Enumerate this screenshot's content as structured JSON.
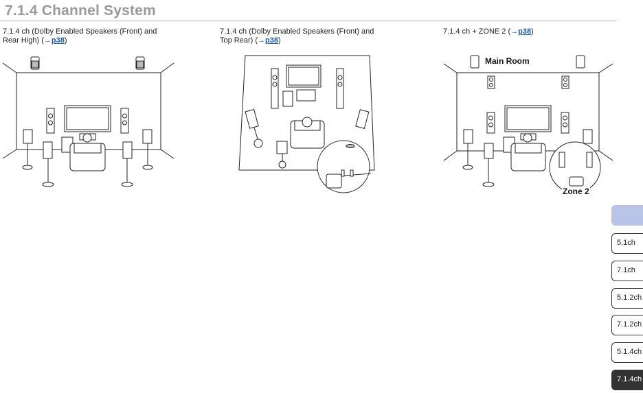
{
  "page": {
    "title": "7.1.4 Channel System"
  },
  "captions": [
    {
      "line1": "7.1.4 ch (Dolby Enabled Speakers (Front) and",
      "line2_prefix": "Rear High) (",
      "arrow": "→",
      "link": "p38",
      "suffix": ")"
    },
    {
      "line1": "7.1.4 ch (Dolby Enabled Speakers (Front) and",
      "line2_prefix": "Top Rear) (",
      "arrow": "→",
      "link": "p38",
      "suffix": ")"
    },
    {
      "line1": "7.1.4 ch + ZONE 2 (",
      "arrow": "→",
      "link": "p38",
      "suffix": ")"
    }
  ],
  "figure3": {
    "main_room_label": "Main Room",
    "zone2_label": "Zone 2"
  },
  "tabs": [
    {
      "label": ""
    },
    {
      "label": "5.1ch"
    },
    {
      "label": "7.1ch"
    },
    {
      "label": "5.1.2ch"
    },
    {
      "label": "7.1.2ch"
    },
    {
      "label": "5.1.4ch"
    },
    {
      "label": "7.1.4ch",
      "active": true
    }
  ],
  "colors": {
    "title": "#9a9a9a",
    "link": "#1a5aa6",
    "tab_active": "#333333",
    "tab_blank": "#b9c4e8"
  }
}
